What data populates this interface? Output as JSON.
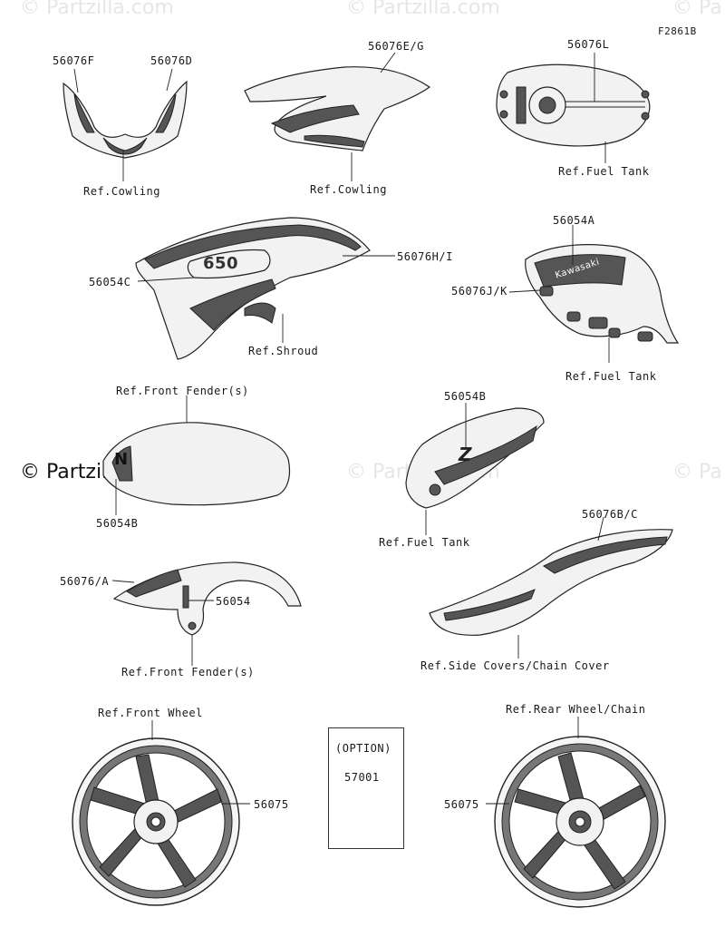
{
  "figure_id": "F2861B",
  "watermarks": [
    "© Partzilla.com",
    "© Partzilla.com",
    "© Pa",
    "© Partzilla.com",
    "© Partzilla.com",
    "© Pa"
  ],
  "watermark_main": "© Partzilla.com",
  "labels": {
    "p56076F": "56076F",
    "p56076D": "56076D",
    "ref_cowling_1": "Ref.Cowling",
    "p56076EG": "56076E/G",
    "ref_cowling_2": "Ref.Cowling",
    "p56076L": "56076L",
    "ref_fuel_tank_1": "Ref.Fuel Tank",
    "p56076HI": "56076H/I",
    "p56054C": "56054C",
    "ref_shroud": "Ref.Shroud",
    "p56054A": "56054A",
    "p56076JK": "56076J/K",
    "ref_fuel_tank_2": "Ref.Fuel Tank",
    "ref_front_fender_1": "Ref.Front Fender(s)",
    "p56054B_1": "56054B",
    "p56054B_2": "56054B",
    "ref_fuel_tank_3": "Ref.Fuel Tank",
    "p56076BC": "56076B/C",
    "p56076A": "56076/A",
    "p56054": "56054",
    "ref_front_fender_2": "Ref.Front Fender(s)",
    "ref_side_covers": "Ref.Side Covers/Chain Cover",
    "ref_front_wheel": "Ref.Front Wheel",
    "p56075_1": "56075",
    "option": "(OPTION)",
    "p57001": "57001",
    "ref_rear_wheel": "Ref.Rear Wheel/Chain",
    "p56075_2": "56075"
  },
  "decal_text": {
    "engine_size": "650",
    "brand": "Kawasaki",
    "z_logo": "Z",
    "n_logo": "N"
  },
  "colors": {
    "line": "#222222",
    "fill": "#f2f2f2",
    "watermark": "#e6e6e6"
  }
}
